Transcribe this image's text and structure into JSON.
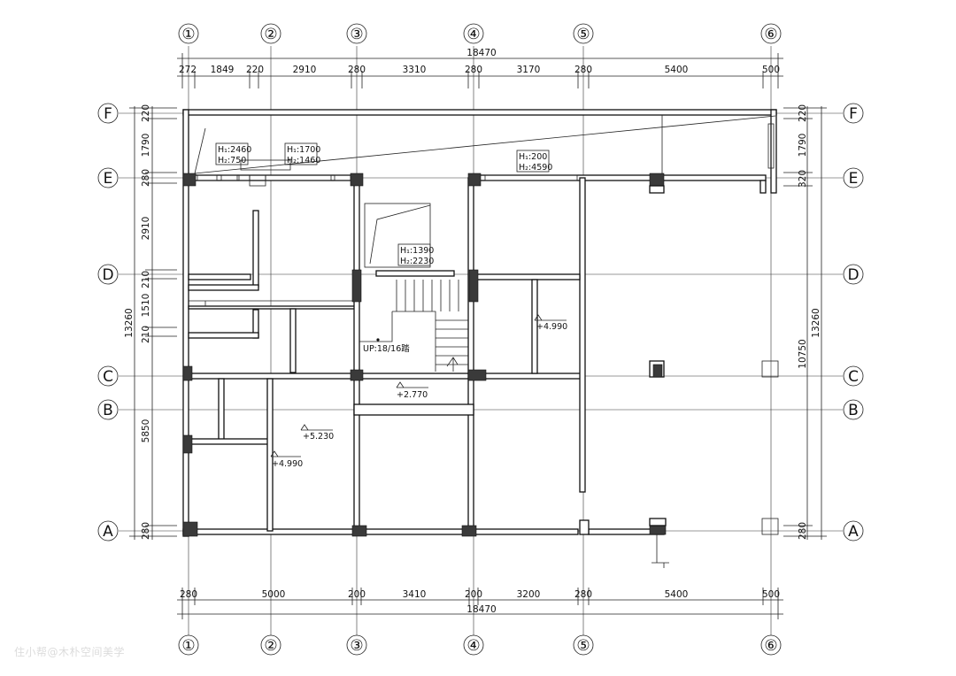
{
  "grid": {
    "columns": [
      "①",
      "②",
      "③",
      "④",
      "⑤",
      "⑥"
    ],
    "rows": [
      "A",
      "B",
      "C",
      "D",
      "E",
      "F"
    ]
  },
  "dimensions": {
    "top_total": "18470",
    "top_segments": [
      "272",
      "1849",
      "220",
      "2910",
      "280",
      "3310",
      "280",
      "3170",
      "280",
      "5400",
      "500"
    ],
    "bottom_total": "18470",
    "bottom_segments": [
      "280",
      "5000",
      "200",
      "3410",
      "200",
      "3200",
      "280",
      "5400",
      "500"
    ],
    "left_total": "13260",
    "left_segments": [
      "220",
      "1790",
      "280",
      "2910",
      "210",
      "1510",
      "210",
      "5850",
      "280"
    ],
    "right_total_outer": "13260",
    "right_total_inner": "10750",
    "right_segments": [
      "220",
      "1790",
      "320",
      "280"
    ]
  },
  "annotations": {
    "window_1_h1": "H₁:2460",
    "window_1_h2": "H₂:750",
    "window_2_h1": "H₁:1700",
    "window_2_h2": "H₂:1460",
    "window_3_h1": "H₁:200",
    "window_3_h2": "H₂:4590",
    "window_4_h1": "H₁:1390",
    "window_4_h2": "H₂:2230",
    "stair_label": "UP:18/16踏",
    "level_1": "+4.990",
    "level_2": "+2.770",
    "level_3": "+5.230",
    "level_4": "+4.990"
  },
  "watermark": "住小帮@木朴空间美学",
  "colors": {
    "line": "#111111",
    "column_fill": "#3a3a3a",
    "background": "#ffffff"
  }
}
